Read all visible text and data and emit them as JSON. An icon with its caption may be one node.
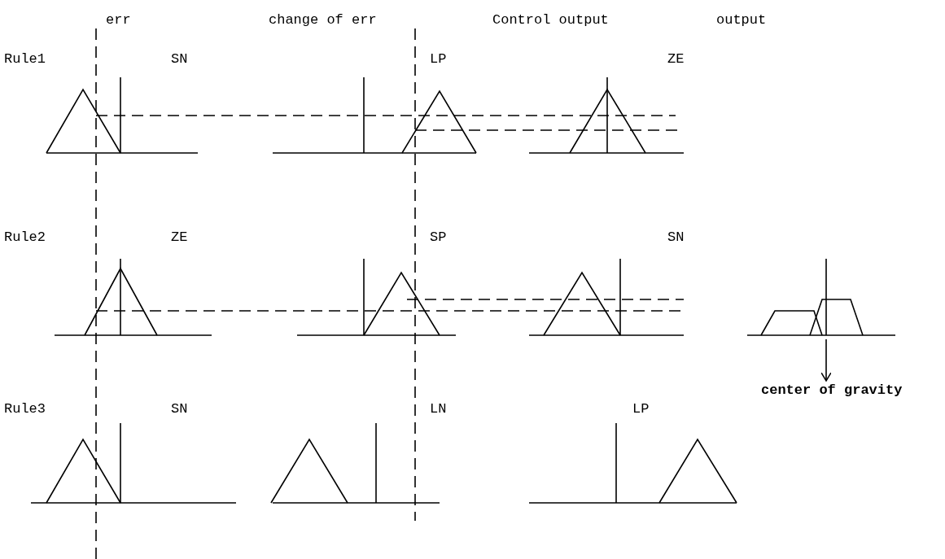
{
  "diagram": {
    "nodes": [
      {
        "text": [],
        "shape": "picture"
      },
      {
        "text": [
          "center of gravity"
        ]
      }
    ],
    "edges": [
      {
        "from": 0,
        "to": 1,
        "arrow": "to"
      }
    ],
    "labels": [
      "err",
      "change of err",
      "Control output",
      "output",
      "Rule1",
      "SN",
      "LP",
      "ZE",
      "Rule2",
      "ZE",
      "SP",
      "SN",
      "Rule3",
      "SN",
      "LN",
      "LP"
    ]
  }
}
